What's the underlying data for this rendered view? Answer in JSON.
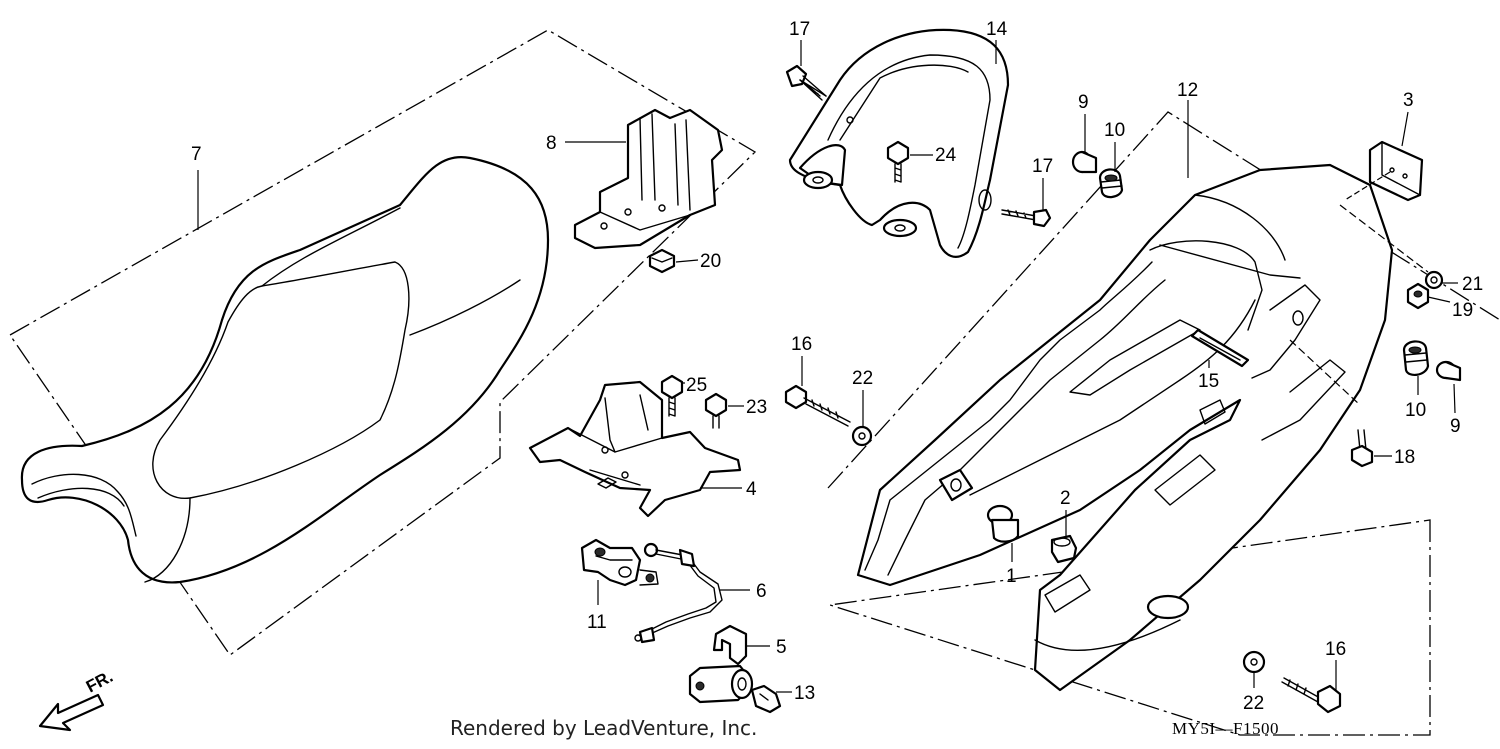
{
  "callouts": {
    "p1": "1",
    "p2": "2",
    "p3": "3",
    "p4": "4",
    "p5": "5",
    "p6": "6",
    "p7": "7",
    "p8": "8",
    "p9a": "9",
    "p9b": "9",
    "p10a": "10",
    "p10b": "10",
    "p11": "11",
    "p12": "12",
    "p13": "13",
    "p14": "14",
    "p15": "15",
    "p16a": "16",
    "p16b": "16",
    "p17a": "17",
    "p17b": "17",
    "p18": "18",
    "p19": "19",
    "p20": "20",
    "p21": "21",
    "p22a": "22",
    "p22b": "22",
    "p23": "23",
    "p24": "24",
    "p25": "25"
  },
  "direction_label": "FR.",
  "credit": "Rendered by LeadVenture, Inc.",
  "diagram_code": "MY5I—F1500"
}
